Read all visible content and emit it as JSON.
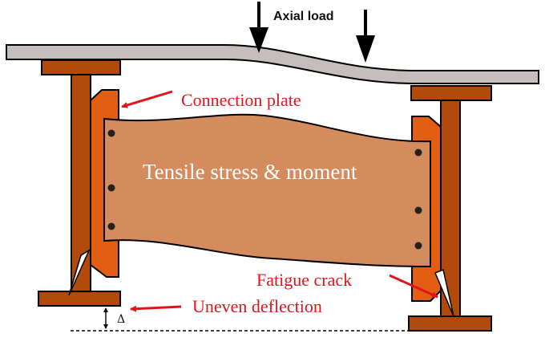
{
  "labels": {
    "axial_load": "Axial load",
    "connection_plate": "Connection plate",
    "web_text": "Tensile stress  & moment",
    "fatigue_crack": "Fatigue crack",
    "uneven_deflection": "Uneven deflection",
    "delta": "Δ"
  },
  "colors": {
    "girder": "#c6bdbd",
    "column": "#b24a0c",
    "plate": "#e35e12",
    "web": "#d48c5e",
    "annotation": "#e0151b"
  }
}
